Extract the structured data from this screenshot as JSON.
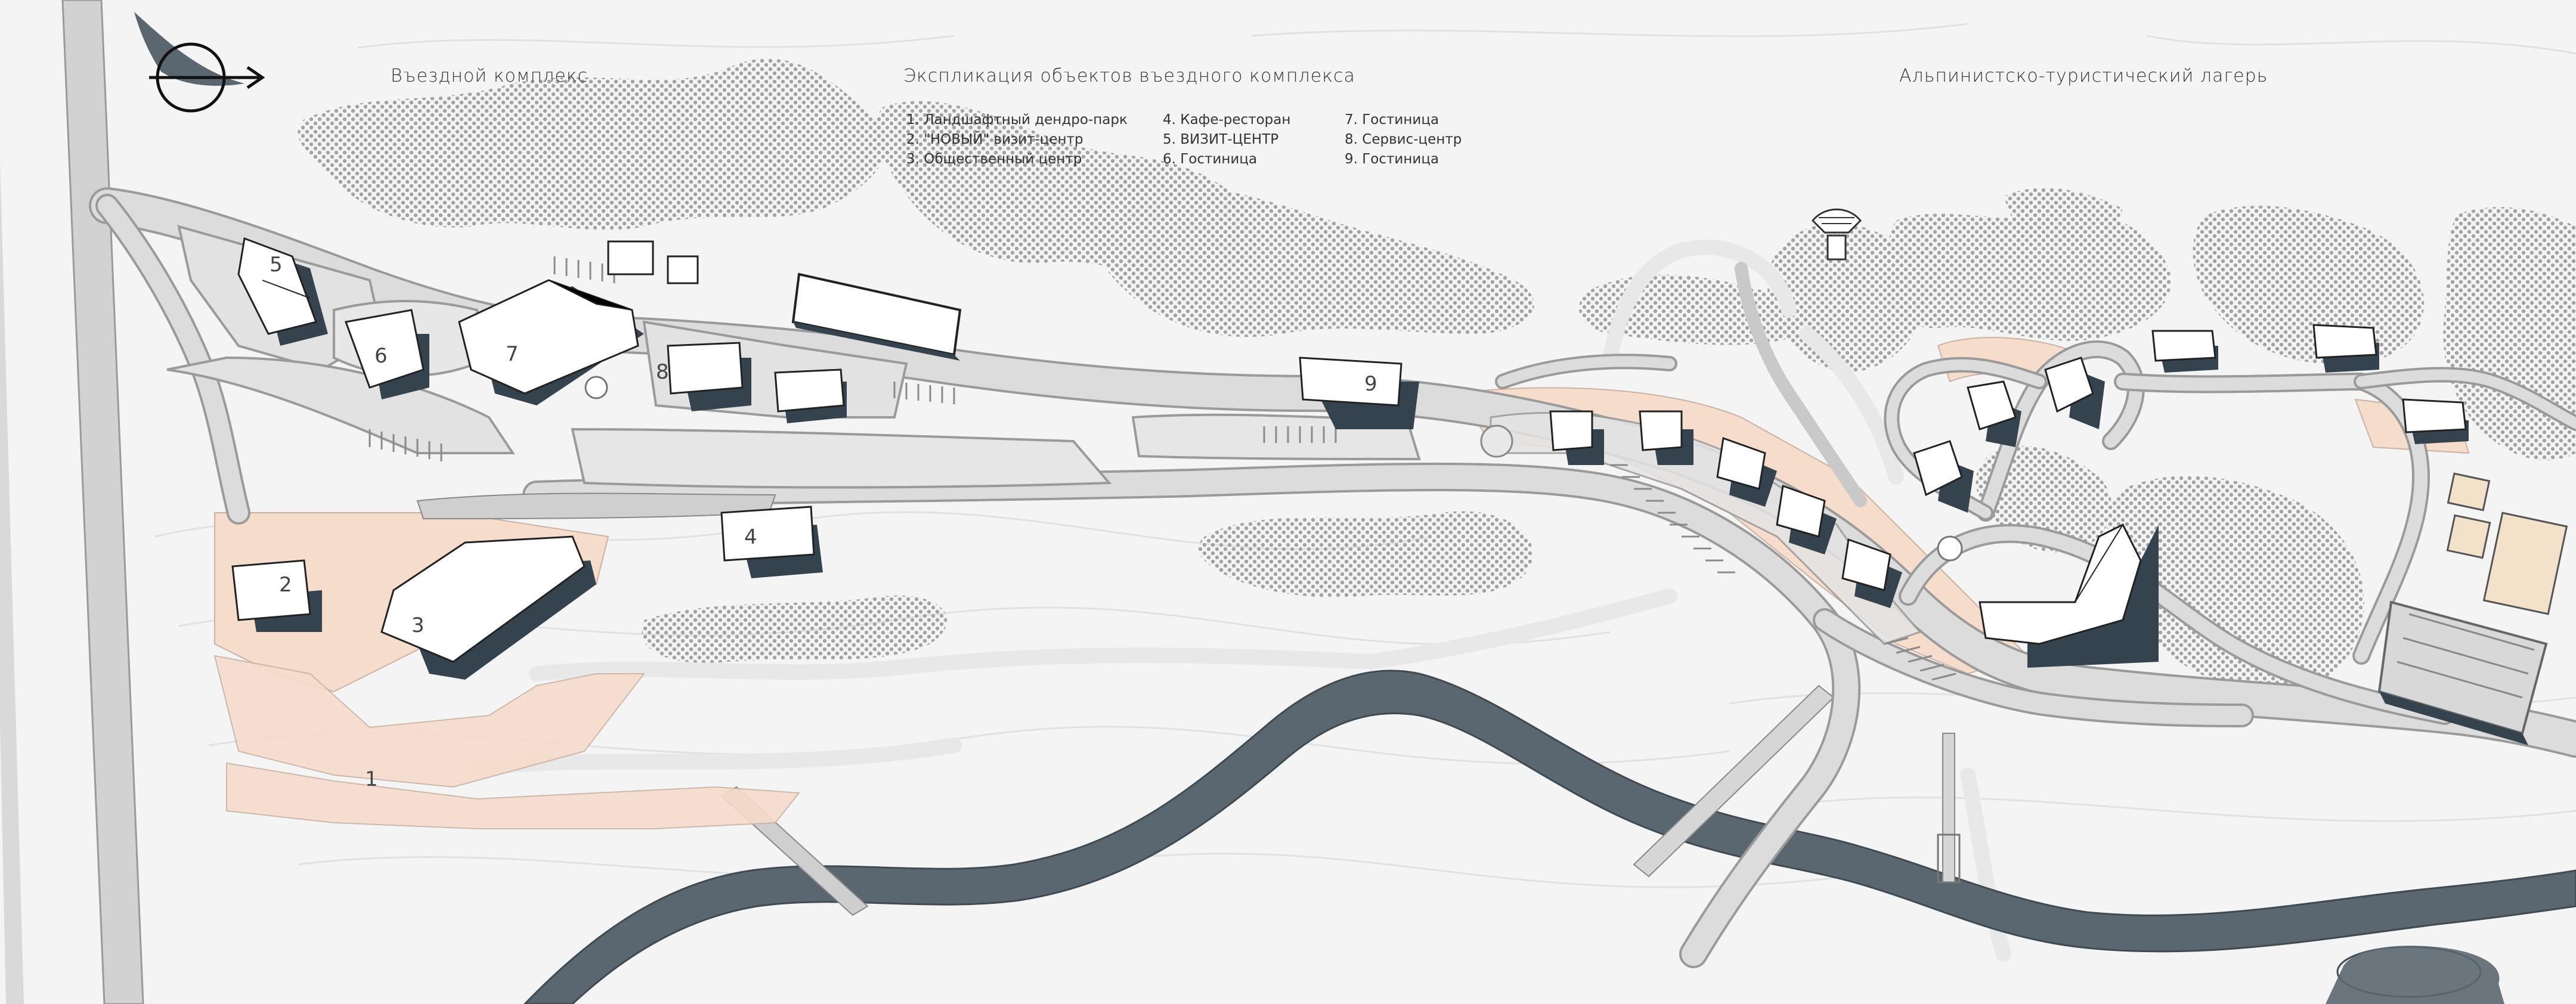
{
  "titles": {
    "left": "Въездной комплекс",
    "center": "Экспликация объектов въездного комплекса",
    "right": "Альпинистско-туристический лагерь"
  },
  "legend": {
    "col1": [
      "1. Ландшафтный дендро-парк",
      "2. \"НОВЫЙ\" визит-центр",
      "3. Общественный центр"
    ],
    "col2": [
      "4. Кафе-ресторан",
      "5. ВИЗИТ-ЦЕНТР",
      "6. Гостиница"
    ],
    "col3": [
      "7. Гостиница",
      "8. Сервис-центр",
      "9. Гостиница"
    ]
  },
  "building_numbers": {
    "b1": "1",
    "b2": "2",
    "b3": "3",
    "b4": "4",
    "b5": "5",
    "b6": "6",
    "b7": "7",
    "b8": "8",
    "b9": "9"
  },
  "icons": {
    "north": "north-arrow-icon"
  },
  "colors": {
    "ground": "#f4f4f4",
    "road": "#dcdcdc",
    "road_edge": "#9a9a9a",
    "river": "#5b6770",
    "plaza": "#f6dccb",
    "forest_dot": "#a6a6a6",
    "building": "#ffffff",
    "shadow": "#34434d",
    "contour": "#e3e3e3"
  }
}
